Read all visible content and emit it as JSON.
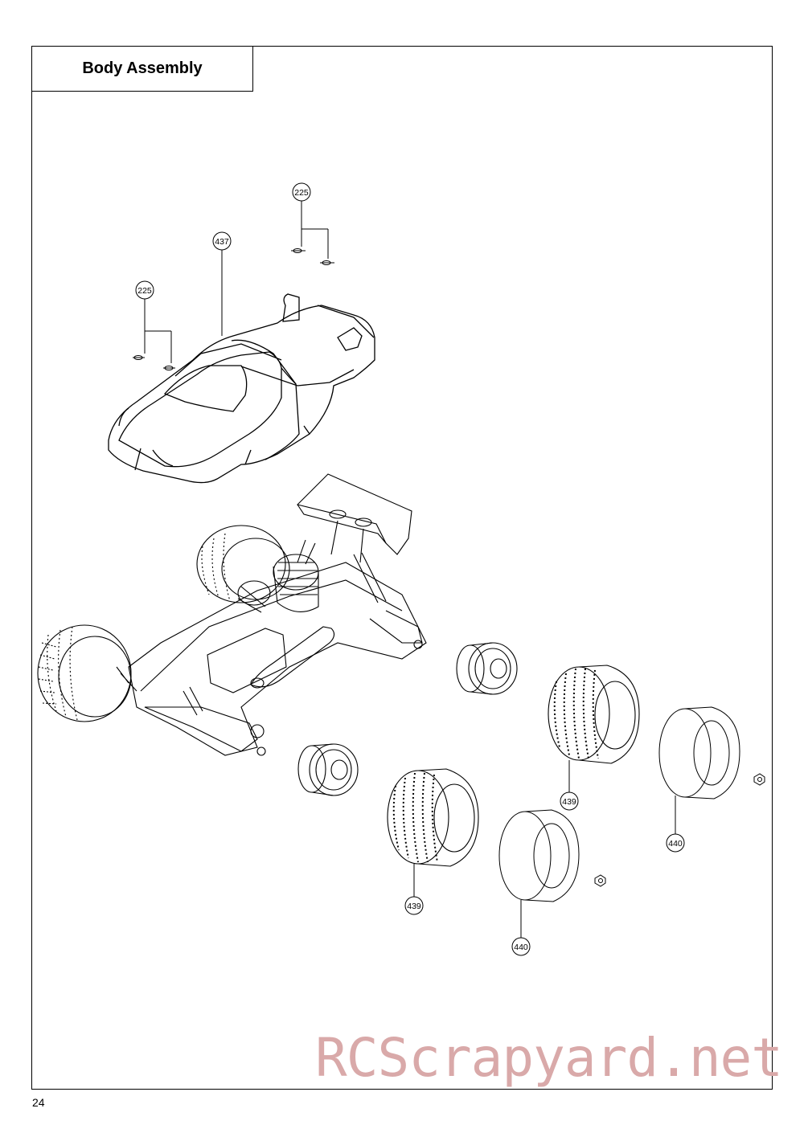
{
  "header": {
    "title": "Body Assembly"
  },
  "callouts": {
    "body_clip_right": "225",
    "body_clip_left": "225",
    "body_shell": "437",
    "rear_wheel_tire": "439",
    "front_wheel_tire": "439",
    "rear_foam_insert": "440",
    "front_foam_insert": "440"
  },
  "footer": {
    "page_number": "24"
  },
  "watermark": {
    "text": "RCScrapyard.net"
  },
  "colors": {
    "line": "#000000",
    "watermark": "#d9a9a9"
  }
}
